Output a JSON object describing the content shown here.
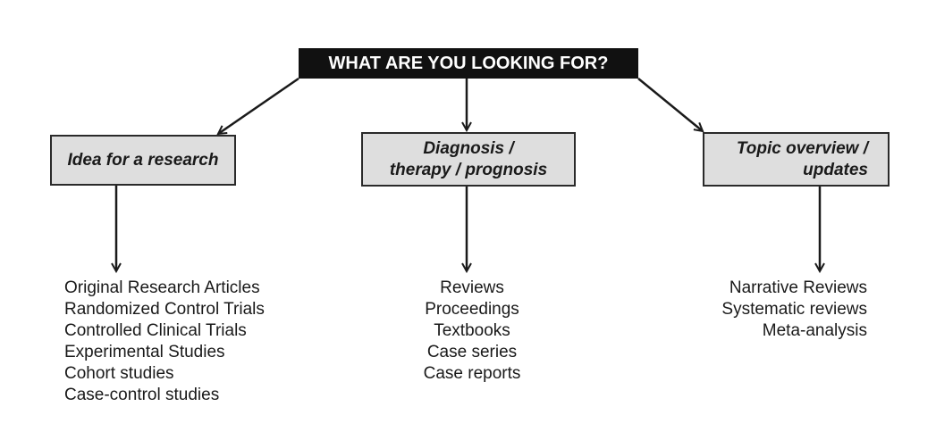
{
  "root": {
    "label": "WHAT ARE YOU LOOKING FOR?"
  },
  "categories": [
    {
      "lines": [
        "Idea for a research"
      ],
      "items": [
        "Original Research Articles",
        "Randomized Control Trials",
        "Controlled Clinical Trials",
        "Experimental Studies",
        "Cohort studies",
        "Case-control studies"
      ]
    },
    {
      "lines": [
        "Diagnosis /",
        "therapy / prognosis"
      ],
      "items": [
        "Reviews",
        "Proceedings",
        "Textbooks",
        "Case series",
        "Case reports"
      ]
    },
    {
      "lines": [
        "Topic overview /",
        "updates"
      ],
      "items": [
        "Narrative Reviews",
        "Systematic reviews",
        "Meta-analysis"
      ]
    }
  ]
}
